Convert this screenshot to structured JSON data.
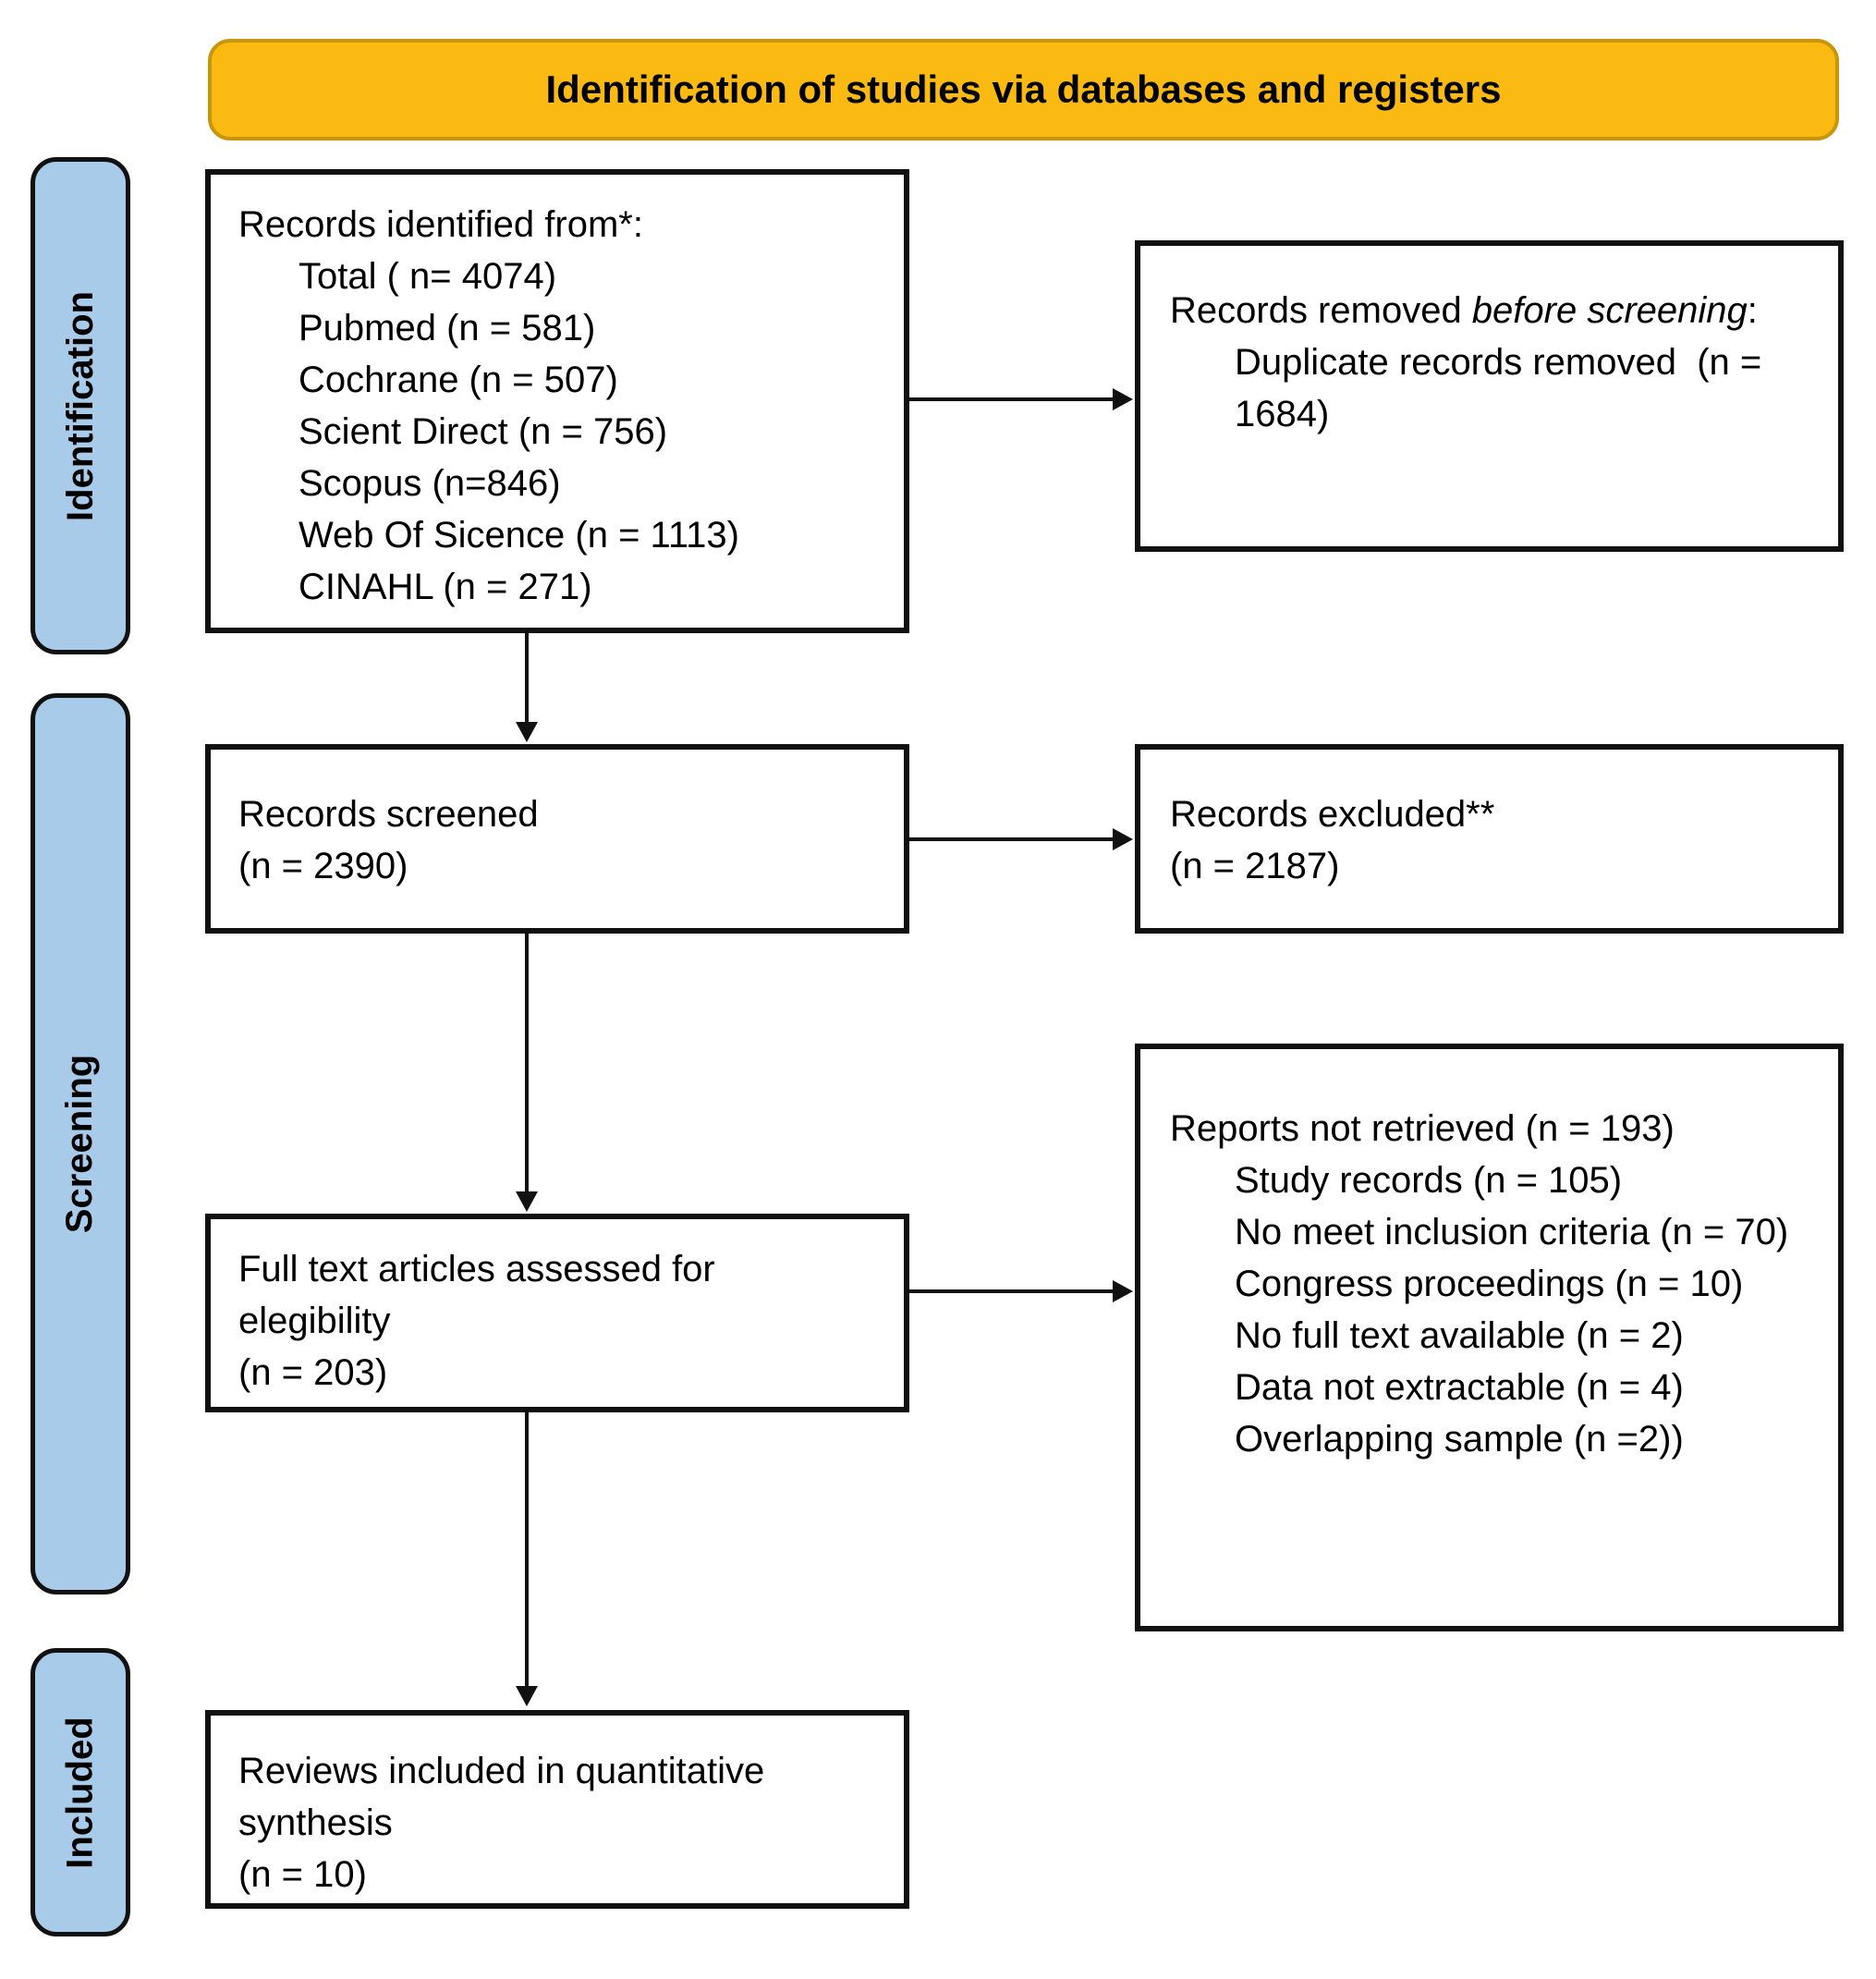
{
  "banner": {
    "label": "Identification of studies via databases and registers",
    "bg": "#FBBA12",
    "border": "#C8960C"
  },
  "sidebar": {
    "bg": "#A9CBEA",
    "items": [
      {
        "label": "Identification"
      },
      {
        "label": "Screening"
      },
      {
        "label": "Included"
      }
    ]
  },
  "boxes": {
    "records_identified": {
      "heading": "Records identified from*:",
      "items": [
        "Total ( n= 4074)",
        "Pubmed (n = 581)",
        "Cochrane (n = 507)",
        "Scient Direct (n = 756)",
        "Scopus (n=846)",
        "Web Of Sicence (n = 1113)",
        "CINAHL (n = 271)"
      ]
    },
    "records_removed": {
      "heading_prefix": "Records removed ",
      "heading_italic": "before screening",
      "heading_suffix": ":",
      "items": [
        "Duplicate records removed  (n = 1684)"
      ]
    },
    "records_screened": {
      "text": "Records screened\n(n = 2390)"
    },
    "records_excluded": {
      "text": "Records excluded**\n(n = 2187)"
    },
    "full_text_assessed": {
      "text": "Full text articles assessed for\nelegibility\n(n = 203)"
    },
    "reports_not_retrieved": {
      "heading": "Reports not retrieved (n = 193)",
      "items": [
        "Study records (n = 105)",
        "No meet inclusion criteria (n = 70)",
        "Congress proceedings (n = 10)",
        "No full text available (n = 2)",
        "Data not extractable (n = 4)",
        "Overlapping sample (n =2))"
      ]
    },
    "reviews_included": {
      "text": "Reviews included in quantitative\nsynthesis\n(n = 10)"
    }
  }
}
